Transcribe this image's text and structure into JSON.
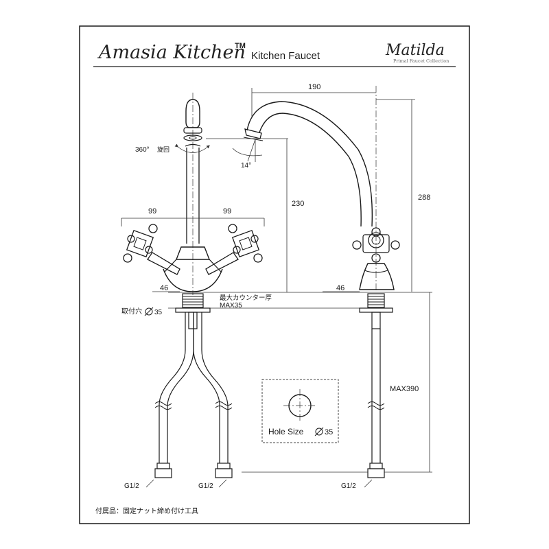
{
  "header": {
    "brand": "Amasia Kitchen",
    "tm": "TM",
    "product_type": "Kitchen Faucet",
    "series_logo": "Matilda",
    "series_sub": "Primal Faucet Collection"
  },
  "dimensions": {
    "spout_reach": "190",
    "total_height": "288",
    "spout_height": "230",
    "swivel": "360°",
    "swivel_jp": "旋回",
    "spout_angle": "14°",
    "left_handle_span": "99",
    "right_handle_span": "99",
    "base_left": "46",
    "base_right": "46",
    "counter_thickness_label": "最大カウンター厚",
    "counter_thickness_max": "MAX35",
    "mount_hole_label": "取付穴",
    "mount_hole_size": "35",
    "supply_length": "MAX390",
    "connection_1": "G1/2",
    "connection_2": "G1/2",
    "connection_3": "G1/2"
  },
  "hole_size": {
    "label": "Hole Size",
    "value": "35"
  },
  "footer": {
    "accessories": "付属品：固定ナット締め付け工具"
  }
}
